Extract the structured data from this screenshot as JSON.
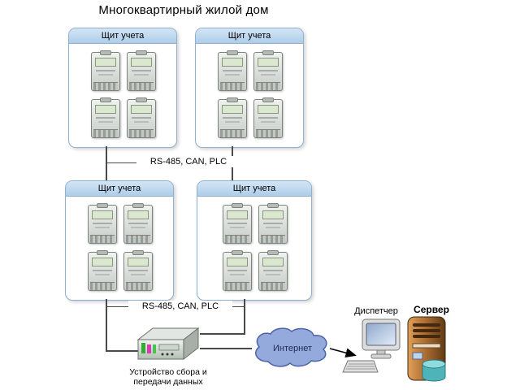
{
  "title": "Многоквартирный жилой дом",
  "panels": [
    {
      "label": "Щит учета"
    },
    {
      "label": "Щит учета"
    },
    {
      "label": "Щит учета"
    },
    {
      "label": "Щит учета"
    }
  ],
  "bus": {
    "top_label": "RS-485, CAN, PLC",
    "bottom_label": "RS-485, CAN, PLC"
  },
  "device": {
    "label_line1": "Устройство сбора и",
    "label_line2": "передачи данных"
  },
  "internet": {
    "label": "Интернет"
  },
  "dispatcher": {
    "label": "Диспетчер"
  },
  "server": {
    "label": "Сервер"
  },
  "colors": {
    "panel_header": "#aecde9",
    "panel_border": "#8fb0cf",
    "cloud_fill": "#94aadd",
    "cloud_stroke": "#4d63a8",
    "meter_screen": "#dbe7cf",
    "server_body": "#a86a30",
    "database_cylinder": "#4fb4ba"
  }
}
